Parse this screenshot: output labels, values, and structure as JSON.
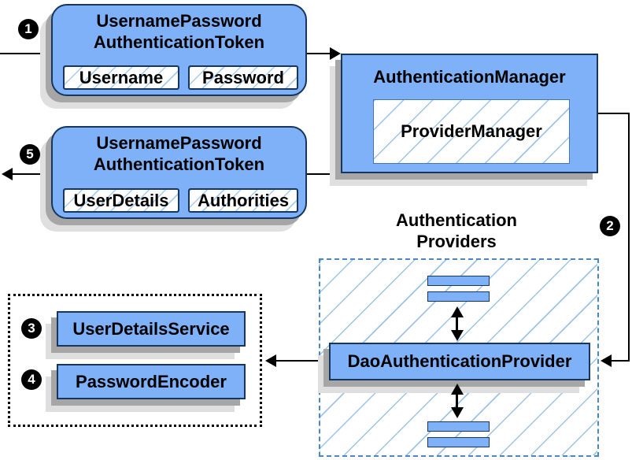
{
  "colors": {
    "box_fill": "#7EB1F8",
    "box_border": "#17365D",
    "hatch_line": "#9DC3E6",
    "dashed_border": "#4A86C8",
    "shadow_dark": "#A6A6A6",
    "shadow_light": "#DFDFDF",
    "line": "#000000",
    "badge_bg": "#000000",
    "badge_text": "#FFFFFF"
  },
  "badges": {
    "step1": "1",
    "step2": "2",
    "step3": "3",
    "step4": "4",
    "step5": "5"
  },
  "nodes": {
    "request_token": {
      "line1": "UsernamePassword",
      "line2": "AuthenticationToken",
      "field1": "Username",
      "field2": "Password"
    },
    "auth_manager": {
      "title": "AuthenticationManager",
      "inner": "ProviderManager"
    },
    "result_token": {
      "line1": "UsernamePassword",
      "line2": "AuthenticationToken",
      "field1": "UserDetails",
      "field2": "Authorities"
    },
    "providers": {
      "title_line1": "Authentication",
      "title_line2": "Providers",
      "main": "DaoAuthenticationProvider"
    },
    "collaborators": {
      "service": "UserDetailsService",
      "encoder": "PasswordEncoder"
    }
  }
}
